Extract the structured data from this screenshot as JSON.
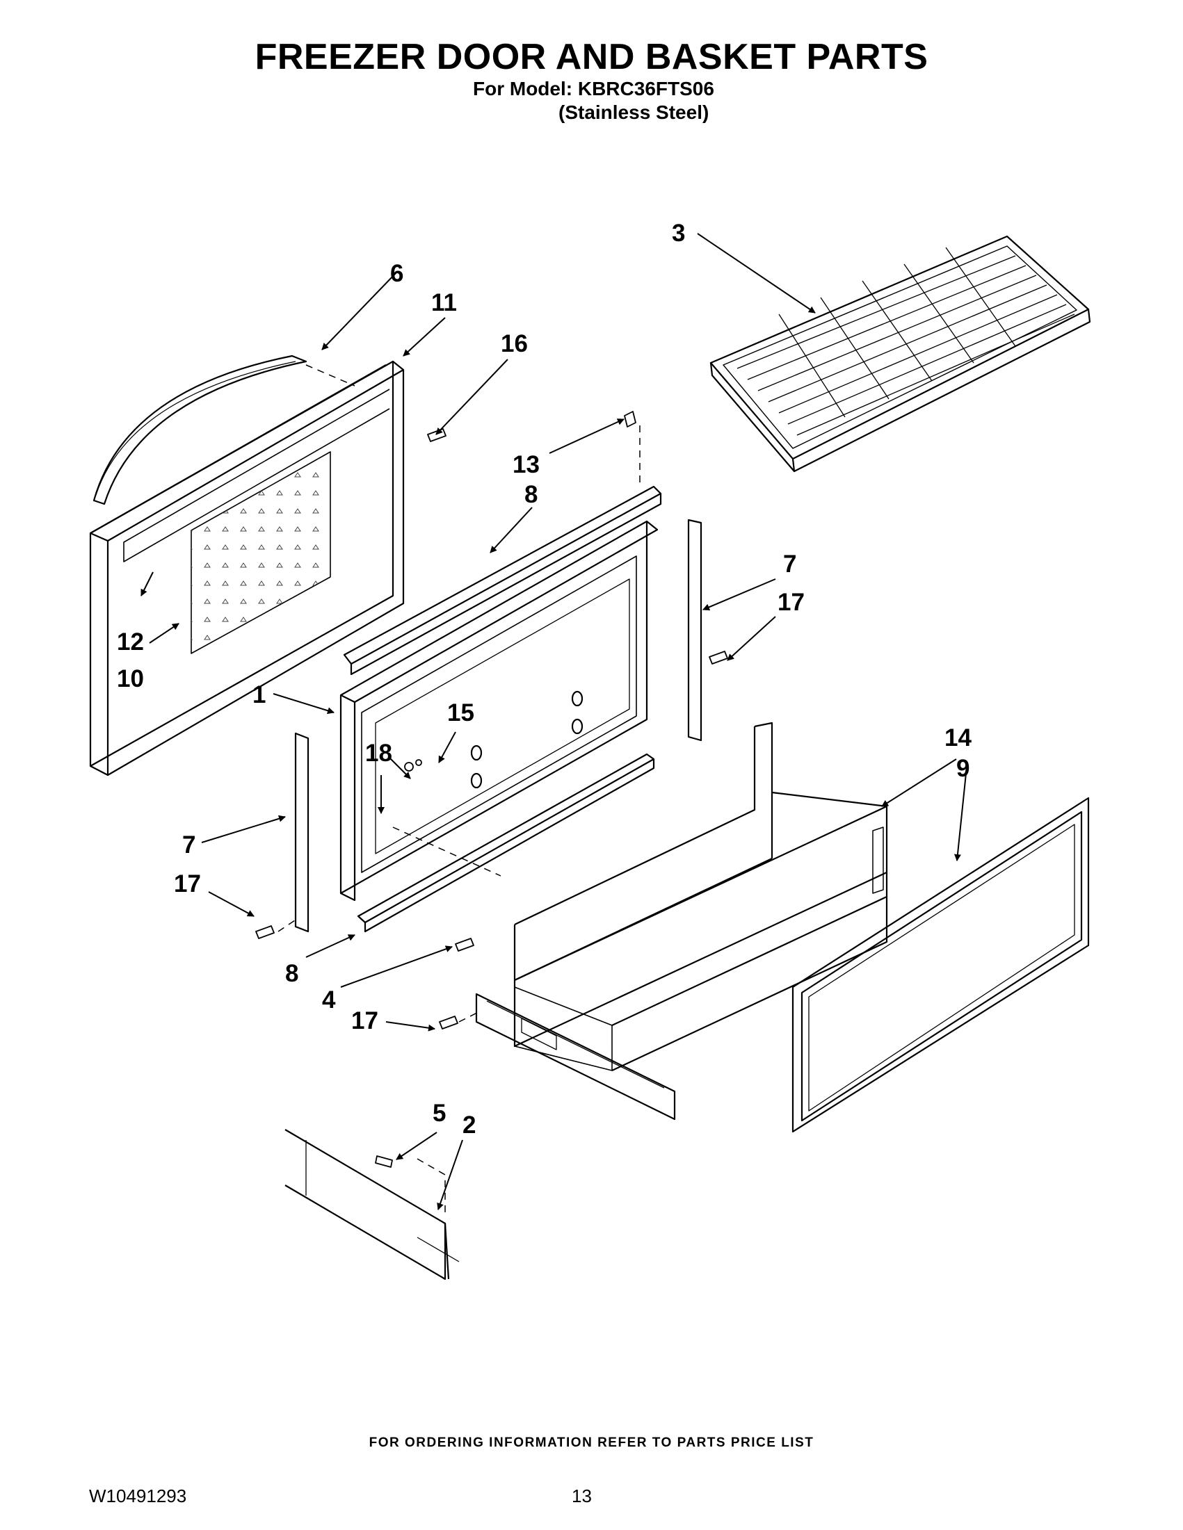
{
  "title": "FREEZER DOOR AND BASKET PARTS",
  "model_line": "For Model: KBRC36FTS06",
  "finish_line": "(Stainless Steel)",
  "callouts": {
    "c1": "1",
    "c2": "2",
    "c3": "3",
    "c4": "4",
    "c5": "5",
    "c6": "6",
    "c7a": "7",
    "c7b": "7",
    "c8a": "8",
    "c8b": "8",
    "c9": "9",
    "c10": "10",
    "c11": "11",
    "c12": "12",
    "c13": "13",
    "c14": "14",
    "c15": "15",
    "c16": "16",
    "c17a": "17",
    "c17b": "17",
    "c17c": "17",
    "c18": "18"
  },
  "footer_note": "FOR ORDERING INFORMATION REFER TO PARTS PRICE LIST",
  "document_number": "W10491293",
  "page_number": "13"
}
